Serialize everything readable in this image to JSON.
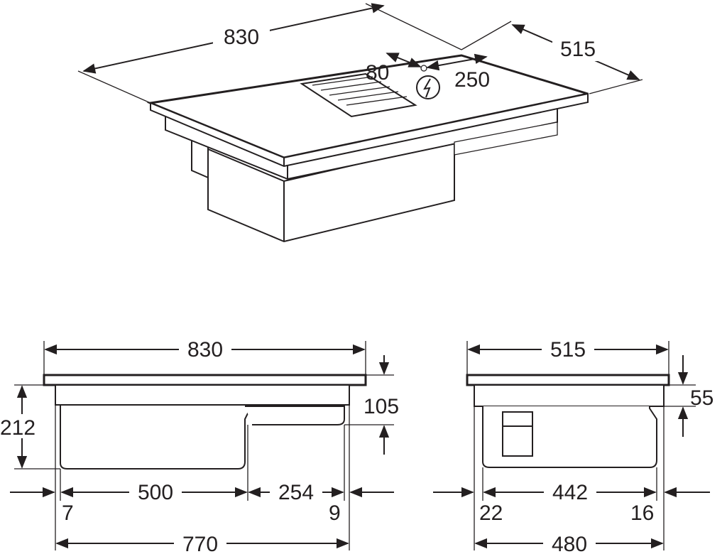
{
  "perspective_view": {
    "width": "830",
    "depth": "515",
    "cutout_offset": "80",
    "cutout_width": "250",
    "power_symbol": "lightning-icon"
  },
  "front_view": {
    "width": "830",
    "plate_height": "105",
    "total_height": "212",
    "box_width": "500",
    "side_width": "254",
    "left_offset": "7",
    "right_offset": "9",
    "base_width": "770"
  },
  "side_view": {
    "depth": "515",
    "plate_height": "55",
    "box_depth": "442",
    "left_offset": "22",
    "right_offset": "16",
    "base_depth": "480"
  },
  "colors": {
    "line": "#231f20",
    "background": "#ffffff"
  }
}
